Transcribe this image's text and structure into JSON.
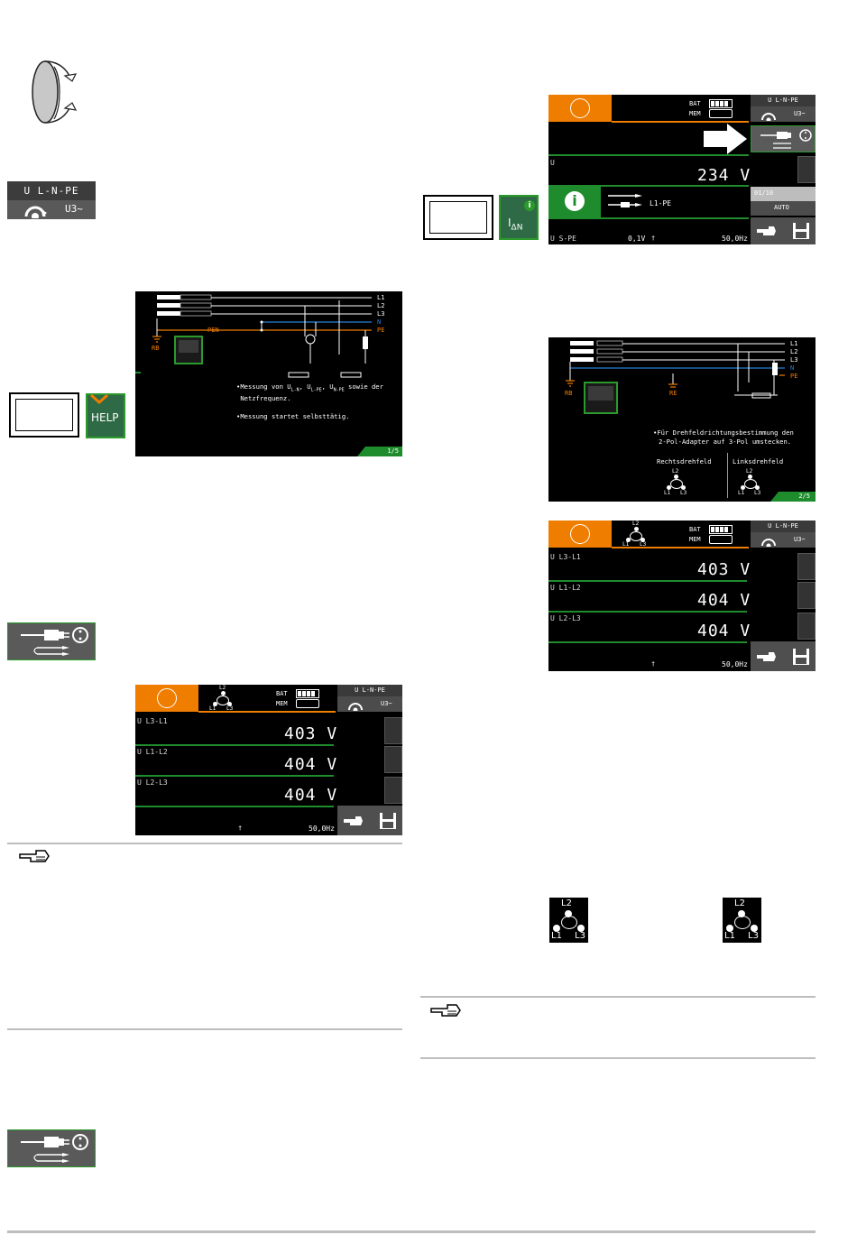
{
  "left": {
    "key_uln": {
      "top": "U L-N-PE",
      "bottom": "U3~"
    },
    "help_key": {
      "label": "HELP"
    },
    "help_screen": {
      "lines": [
        "L1",
        "L2",
        "L3",
        "N",
        "PE"
      ],
      "pen": "PEN",
      "rb": "RB",
      "bullet1": "•Messung von UL-N, UL-PE, UN-PE sowie der Netzfrequenz.",
      "bullet1_a": "•Messung von U",
      "bullet1_b": "L-N",
      "bullet1_c": ", U",
      "bullet1_d": "L-PE",
      "bullet1_e": ", U",
      "bullet1_f": "N-PE",
      "bullet1_g": " sowie der",
      "bullet1_h": "Netzfrequenz.",
      "bullet2": "•Messung startet selbsttätig.",
      "page": "1/5"
    },
    "meas_screen": {
      "bat": "BAT",
      "mem": "MEM",
      "key_top": "U L-N-PE",
      "key_bot": "U3~",
      "phase": {
        "l1": "L1",
        "l2": "L2",
        "l3": "L3"
      },
      "rows": [
        {
          "label": "U L3-L1",
          "value": "403 V"
        },
        {
          "label": "U L1-L2",
          "value": "404 V"
        },
        {
          "label": "U L2-L3",
          "value": "404 V"
        }
      ],
      "dagger": "†",
      "freq": "50,0Hz"
    }
  },
  "right": {
    "idn_key": {
      "label_main": "I",
      "label_sub": "ΔN"
    },
    "screen1": {
      "bat": "BAT",
      "mem": "MEM",
      "key_top": "U L-N-PE",
      "key_bot": "U3~",
      "u_label": "U",
      "u_value": "234 V",
      "probe": "L1-PE",
      "counter": "01/10",
      "auto": "AUTO",
      "u_spe": "U S-PE",
      "u_spe_value": "0,1V",
      "dagger": "†",
      "freq": "50,0Hz"
    },
    "help_screen2": {
      "lines": [
        "L1",
        "L2",
        "L3",
        "N",
        "PE"
      ],
      "rb": "RB",
      "re": "RE",
      "bullet1": "•Für Drehfeldrichtungsbestimmung den",
      "bullet1b": "2-Pol-Adapter auf 3-Pol umstecken.",
      "right_label": "Rechtsdrehfeld",
      "left_label": "Linksdrehfeld",
      "page": "2/5"
    },
    "meas_screen2": {
      "bat": "BAT",
      "mem": "MEM",
      "key_top": "U L-N-PE",
      "key_bot": "U3~",
      "rows": [
        {
          "label": "U L3-L1",
          "value": "403 V"
        },
        {
          "label": "U L1-L2",
          "value": "404 V"
        },
        {
          "label": "U L2-L3",
          "value": "404 V"
        }
      ],
      "dagger": "†",
      "freq": "50,0Hz"
    },
    "phase_icons": [
      {
        "l1": "L1",
        "l2": "L2",
        "l3": "L3"
      },
      {
        "l1": "L1",
        "l2": "L2",
        "l3": "L3"
      }
    ]
  },
  "colors": {
    "orange": "#ef7d00",
    "green": "#1e8c2c",
    "blue": "#2a7fd4"
  }
}
